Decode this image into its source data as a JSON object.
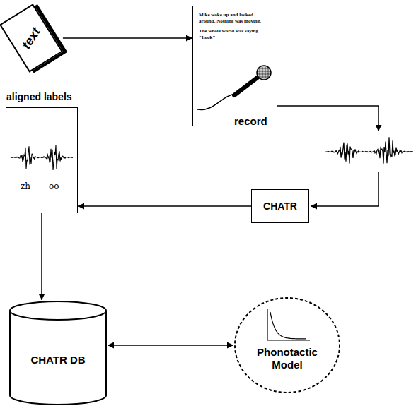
{
  "diagram": {
    "nodes": [
      {
        "text": [
          "text"
        ]
      },
      {
        "text": [
          "Mike woke up and looked around. Nothing was moving.",
          "The whole world was saying \"Look\"",
          "record"
        ]
      },
      {
        "text": [
          "CHATR"
        ]
      },
      {
        "text": [
          "aligned labels",
          "zh",
          "oo"
        ]
      },
      {
        "text": [
          "CHATR DB"
        ]
      },
      {
        "text": [
          "Phonotactic Model"
        ]
      }
    ],
    "edges": [
      {
        "from": 0,
        "to": 1,
        "arrow": "to"
      },
      {
        "from": 2,
        "to": 3,
        "arrow": "to"
      },
      {
        "from": 3,
        "to": 4,
        "arrow": "to"
      },
      {
        "from": 4,
        "to": 5,
        "arrow": "both"
      }
    ]
  }
}
